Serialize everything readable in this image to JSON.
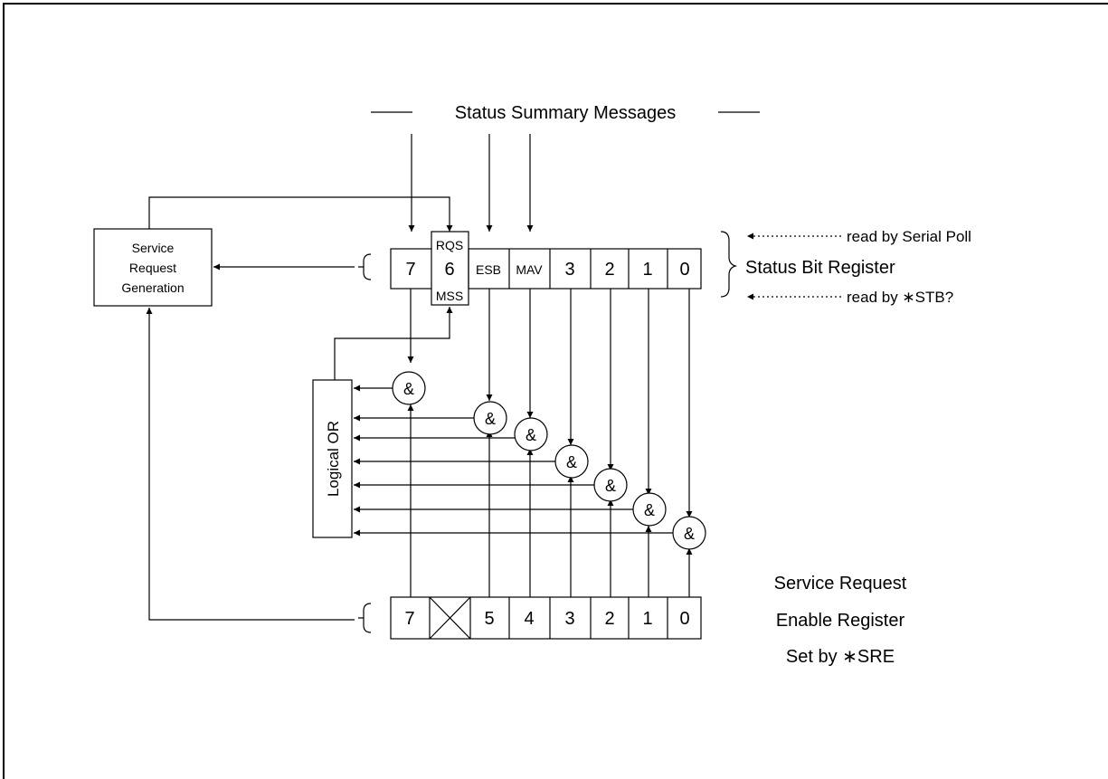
{
  "title": "Status Summary Messages",
  "srg_lines": [
    "Service",
    "Request",
    "Generation"
  ],
  "status_register": {
    "cells": [
      "7",
      "",
      "ESB",
      "MAV",
      "3",
      "2",
      "1",
      "0"
    ],
    "bit6": {
      "top": "RQS",
      "mid": "6",
      "bottom": "MSS"
    },
    "label": "Status Bit Register"
  },
  "read_serial": "read by Serial Poll",
  "read_stb": "read by ∗STB?",
  "logical_or": "Logical OR",
  "and_symbol": "&",
  "enable_register": {
    "cells": [
      "7",
      "",
      "5",
      "4",
      "3",
      "2",
      "1",
      "0"
    ],
    "label_lines": [
      "Service Request",
      "Enable Register",
      "Set by ∗SRE"
    ]
  }
}
